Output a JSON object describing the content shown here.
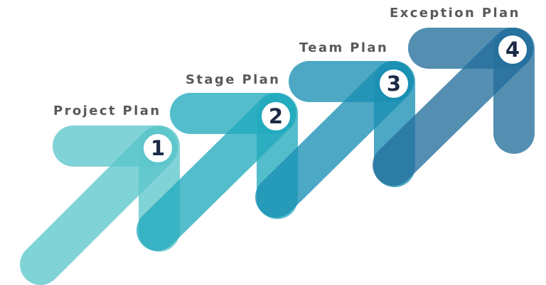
{
  "stages": [
    {
      "number": "1",
      "label": "Project Plan",
      "color": "#5cc6cc"
    },
    {
      "number": "2",
      "label": "Stage Plan",
      "color": "#23abbe"
    },
    {
      "number": "3",
      "label": "Team Plan",
      "color": "#1a8fb4"
    },
    {
      "number": "4",
      "label": "Exception Plan",
      "color": "#246f9c"
    }
  ],
  "colors": {
    "badge_background": "#ffffff",
    "number_text": "#1b2a45",
    "label_text": "#58595b"
  }
}
